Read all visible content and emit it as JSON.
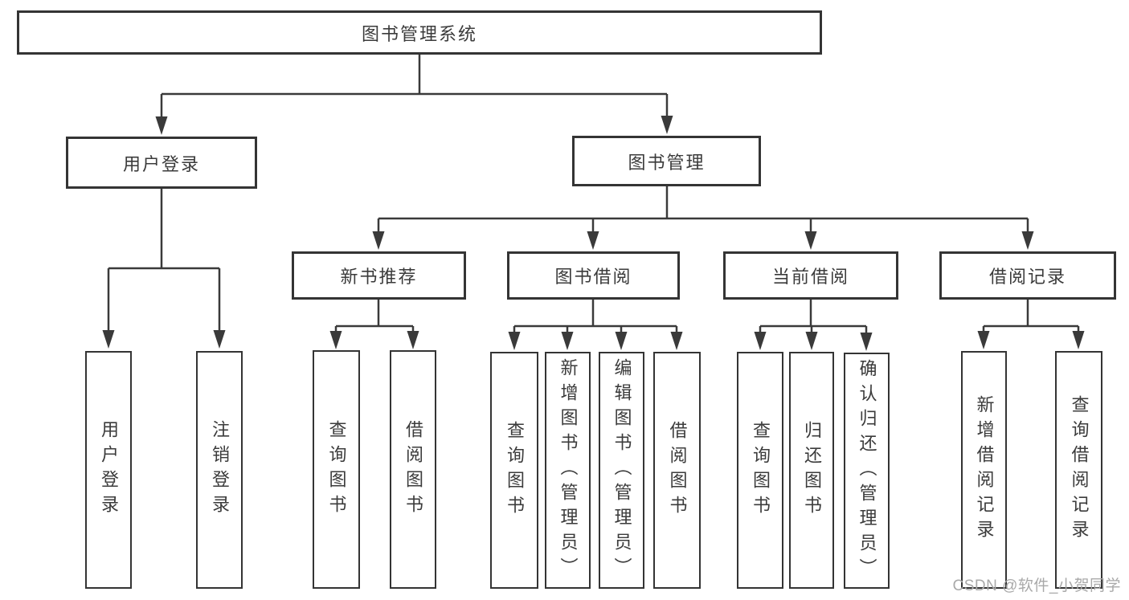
{
  "diagram_title": "图书管理系统",
  "tree": {
    "label": "图书管理系统",
    "children": [
      {
        "label": "用户登录",
        "children": [
          {
            "label": "用户登录"
          },
          {
            "label": "注销登录"
          }
        ]
      },
      {
        "label": "图书管理",
        "children": [
          {
            "label": "新书推荐",
            "children": [
              {
                "label": "查询图书"
              },
              {
                "label": "借阅图书"
              }
            ]
          },
          {
            "label": "图书借阅",
            "children": [
              {
                "label": "查询图书"
              },
              {
                "label": "新增图书（管理员）"
              },
              {
                "label": "编辑图书（管理员）"
              },
              {
                "label": "借阅图书"
              }
            ]
          },
          {
            "label": "当前借阅",
            "children": [
              {
                "label": "查询图书"
              },
              {
                "label": "归还图书"
              },
              {
                "label": "确认归还（管理员）"
              }
            ]
          },
          {
            "label": "借阅记录",
            "children": [
              {
                "label": "新增借阅记录"
              },
              {
                "label": "查询借阅记录"
              }
            ]
          }
        ]
      }
    ]
  },
  "watermark": {
    "text": "CSDN @软件_小贺同学"
  },
  "colors": {
    "background": "#ffffff",
    "line": "#3a3a3a",
    "box_border": "#343434",
    "text": "#3b3b3b",
    "watermark": "#a9a9a9"
  }
}
